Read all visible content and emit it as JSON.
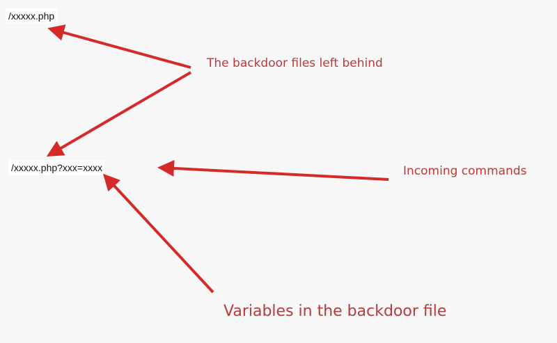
{
  "paths": {
    "backdoor_file": "/xxxxx.php",
    "backdoor_command": "/xxxxx.php?xxx=xxxx"
  },
  "labels": {
    "backdoor_files": "The backdoor files left behind",
    "incoming_commands": "Incoming commands",
    "variables": "Variables in the backdoor file"
  },
  "colors": {
    "arrow": "#d42a2a",
    "label_text": "#b83a3a",
    "path_text": "#111111",
    "background": "#f7f7f7"
  }
}
